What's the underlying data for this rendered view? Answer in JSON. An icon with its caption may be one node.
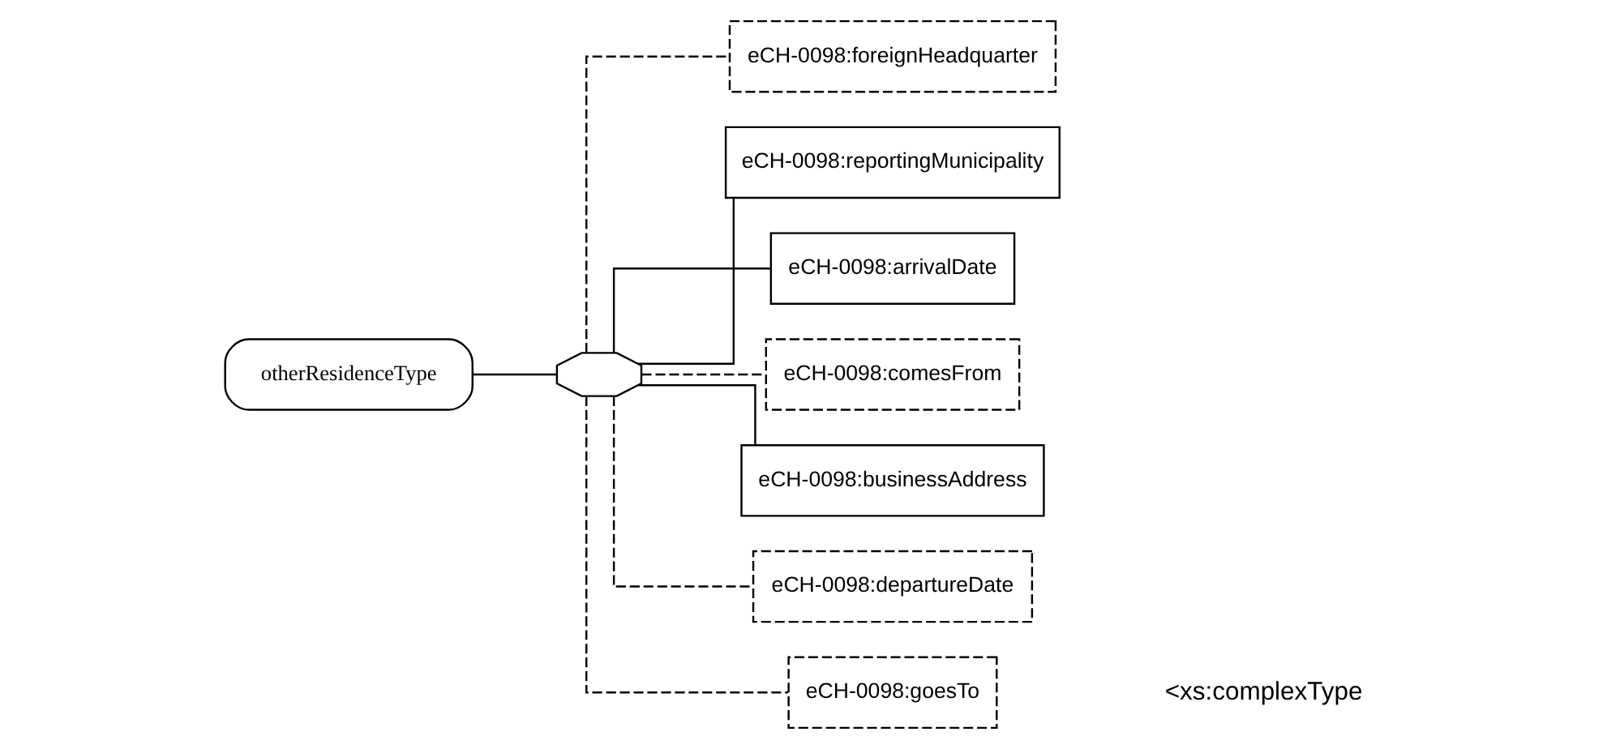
{
  "diagram": {
    "nodes": [
      {
        "text": [
          "otherResidenceType"
        ]
      },
      {
        "text": [],
        "shape": "octagon"
      },
      {
        "text": [
          "eCH-0098:foreignHeadquarter"
        ]
      },
      {
        "text": [
          "eCH-0098:reportingMunicipality"
        ]
      },
      {
        "text": [
          "eCH-0098:arrivalDate"
        ]
      },
      {
        "text": [
          "eCH-0098:comesFrom"
        ]
      },
      {
        "text": [
          "eCH-0098:businessAddress"
        ]
      },
      {
        "text": [
          "eCH-0098:departureDate"
        ]
      },
      {
        "text": [
          "eCH-0098:goesTo"
        ]
      }
    ],
    "edges": [
      {
        "from": 0,
        "to": 1,
        "arrow": "none"
      },
      {
        "from": 1,
        "to": 2,
        "arrow": "none",
        "style": "dashed"
      },
      {
        "from": 1,
        "to": 3,
        "arrow": "none"
      },
      {
        "from": 1,
        "to": 4,
        "arrow": "none"
      },
      {
        "from": 1,
        "to": 5,
        "arrow": "none",
        "style": "dashed"
      },
      {
        "from": 1,
        "to": 6,
        "arrow": "none"
      },
      {
        "from": 1,
        "to": 7,
        "arrow": "none",
        "style": "dashed"
      },
      {
        "from": 1,
        "to": 8,
        "arrow": "none",
        "style": "dashed"
      }
    ],
    "labels": [
      "<xs:complexType"
    ]
  }
}
